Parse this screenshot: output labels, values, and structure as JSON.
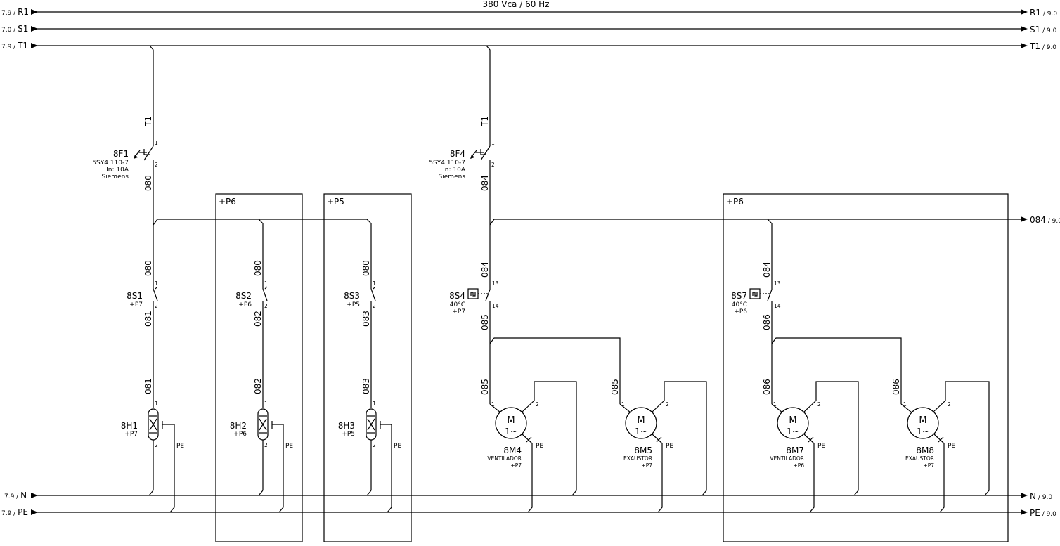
{
  "title": "380 Vca / 60 Hz",
  "buses": {
    "r1": {
      "left_ref": "7.9 / ",
      "left_label": "R1",
      "right_label": "R1",
      "right_ref": " / 9.0"
    },
    "s1": {
      "left_ref": "7.0 / ",
      "left_label": "S1",
      "right_label": "S1",
      "right_ref": " / 9.0"
    },
    "t1": {
      "left_ref": "7.9 / ",
      "left_label": "T1",
      "right_label": "T1",
      "right_ref": " / 9.0"
    },
    "n": {
      "left_ref": "7.9 / ",
      "left_label": "N",
      "right_label": "N",
      "right_ref": " / 9.0"
    },
    "pe": {
      "left_ref": "7.9 / ",
      "left_label": "PE",
      "right_label": "PE",
      "right_ref": " / 9.0"
    },
    "w084": {
      "right_label": "084",
      "right_ref": " / 9.0"
    }
  },
  "panels": {
    "p6a": "+P6",
    "p5": "+P5",
    "p6b": "+P6"
  },
  "breakers": {
    "f1": {
      "tag": "8F1",
      "model": "5SY4 110-7",
      "rating": "In: 10A",
      "brand": "Siemens",
      "wire_in": "T1",
      "wire_out": "080",
      "t_in": "1",
      "t_out": "2"
    },
    "f4": {
      "tag": "8F4",
      "model": "5SY4 110-7",
      "rating": "In: 10A",
      "brand": "Siemens",
      "wire_in": "T1",
      "wire_out": "084",
      "t_in": "1",
      "t_out": "2"
    }
  },
  "switches": {
    "s1": {
      "tag": "8S1",
      "loc": "+P7",
      "wire_in": "080",
      "wire_out": "081",
      "t_in": "1",
      "t_out": "2"
    },
    "s2": {
      "tag": "8S2",
      "loc": "+P6",
      "wire_in": "080",
      "wire_out": "082",
      "t_in": "1",
      "t_out": "2"
    },
    "s3": {
      "tag": "8S3",
      "loc": "+P5",
      "wire_in": "080",
      "wire_out": "083",
      "t_in": "1",
      "t_out": "2"
    }
  },
  "thermostats": {
    "s4": {
      "tag": "8S4",
      "temp": "40°C",
      "loc": "+P7",
      "wire_in": "084",
      "wire_out": "085",
      "t_in": "13",
      "t_out": "14"
    },
    "s7": {
      "tag": "8S7",
      "temp": "40°C",
      "loc": "+P6",
      "wire_in": "084",
      "wire_out": "086",
      "t_in": "13",
      "t_out": "14"
    }
  },
  "lamps": {
    "h1": {
      "tag": "8H1",
      "loc": "+P7",
      "wire": "081",
      "t1": "1",
      "t2": "2",
      "pe": "PE"
    },
    "h2": {
      "tag": "8H2",
      "loc": "+P6",
      "wire": "082",
      "t1": "1",
      "t2": "2",
      "pe": "PE"
    },
    "h3": {
      "tag": "8H3",
      "loc": "+P5",
      "wire": "083",
      "t1": "1",
      "t2": "2",
      "pe": "PE"
    }
  },
  "motors": {
    "m4": {
      "tag": "8M4",
      "desc": "VENTILADOR",
      "loc": "+P7",
      "wire": "085",
      "symbol": "M",
      "phase": "1~",
      "t1": "1",
      "t2": "2",
      "pe": "PE"
    },
    "m5": {
      "tag": "8M5",
      "desc": "EXAUSTOR",
      "loc": "+P7",
      "wire": "085",
      "symbol": "M",
      "phase": "1~",
      "t1": "1",
      "t2": "2",
      "pe": "PE"
    },
    "m7": {
      "tag": "8M7",
      "desc": "VENTILADOR",
      "loc": "+P6",
      "wire": "086",
      "symbol": "M",
      "phase": "1~",
      "t1": "1",
      "t2": "2",
      "pe": "PE"
    },
    "m8": {
      "tag": "8M8",
      "desc": "EXAUSTOR",
      "loc": "+P7",
      "wire": "086",
      "symbol": "M",
      "phase": "1~",
      "t1": "1",
      "t2": "2",
      "pe": "PE"
    }
  }
}
